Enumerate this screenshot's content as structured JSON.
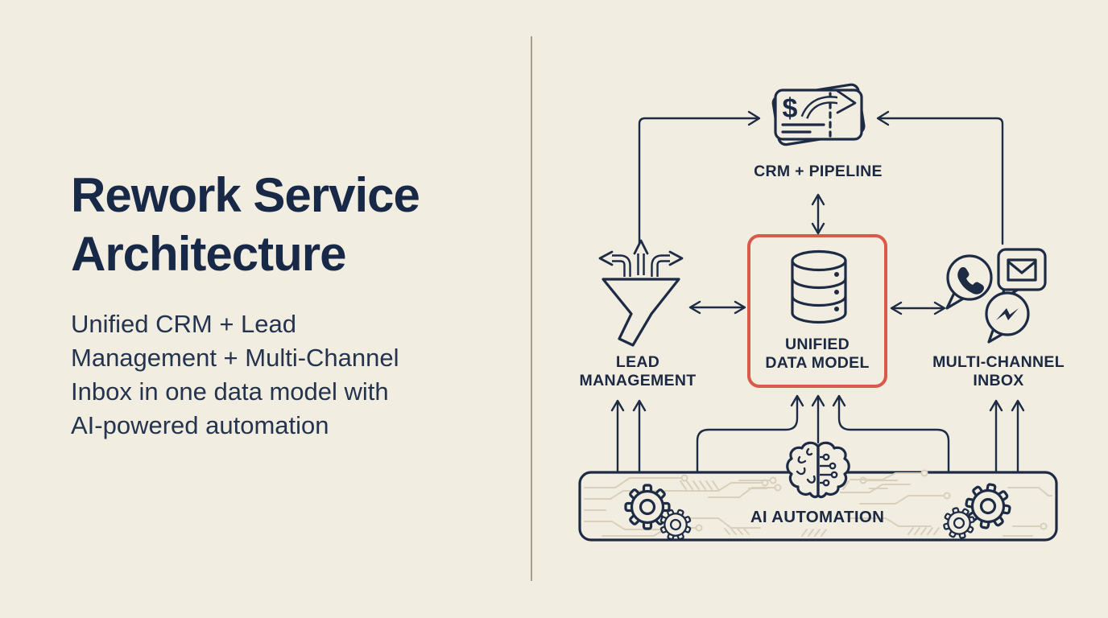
{
  "left_panel": {
    "title_line1": "Rework Service",
    "title_line2": "Architecture",
    "subtitle_lines": [
      "Unified CRM + Lead",
      "Management + Multi-Channel",
      "Inbox in one data model with",
      "AI-powered automation"
    ]
  },
  "diagram": {
    "nodes": {
      "crm_pipeline": {
        "label": "CRM + PIPELINE",
        "icon": "payment-card-arrow-icon",
        "dollar_sign": "$"
      },
      "lead_management": {
        "label_line1": "LEAD",
        "label_line2": "MANAGEMENT",
        "icon": "funnel-split-arrows-icon"
      },
      "unified_data_model": {
        "label_line1": "UNIFIED",
        "label_line2": "DATA MODEL",
        "icon": "database-icon",
        "highlight_border": "#d9594a"
      },
      "multi_channel_inbox": {
        "label_line1": "MULTI-CHANNEL",
        "label_line2": "INBOX",
        "icon": "chat-bubbles-icon"
      },
      "ai_automation": {
        "label": "AI AUTOMATION",
        "icon": "brain-circuit-icon"
      }
    },
    "colors": {
      "background": "#f2ede1",
      "line_navy": "#1d2b45",
      "accent_red": "#d9594a",
      "circuit_tan": "#d9cfba",
      "divider": "#a89d8b"
    }
  }
}
